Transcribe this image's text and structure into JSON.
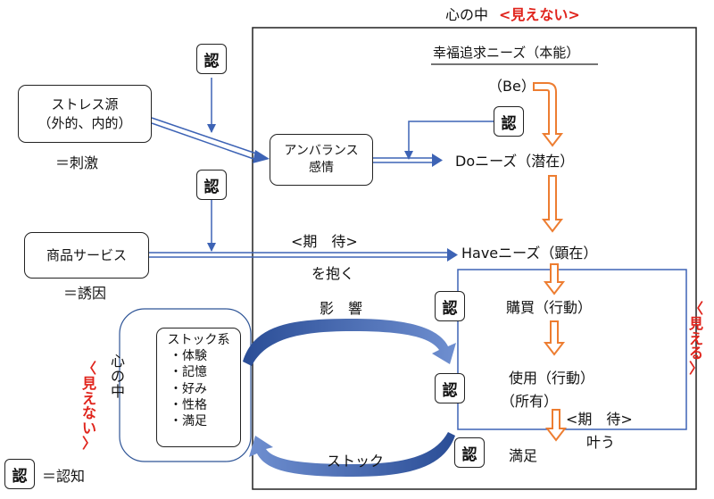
{
  "header": {
    "kokoro_no_naka": "心の中",
    "mienai": "<見えない>"
  },
  "nin_label": "認",
  "legend": {
    "nin": "認",
    "text": "＝認知"
  },
  "stress": {
    "line1": "ストレス源",
    "line2": "（外的、内的）",
    "sub": "＝刺激"
  },
  "product": {
    "label": "商品サービス",
    "sub": "＝誘因"
  },
  "imbalance": {
    "line1": "アンバランス",
    "line2": "感情"
  },
  "needs": {
    "happiness": "幸福追求ニーズ（本能）",
    "be": "（Be）",
    "do": "Doニーズ（潜在）",
    "have": "Haveニーズ（顕在）"
  },
  "expectation": {
    "label": "<期　待>",
    "sub": "を抱く"
  },
  "stages": {
    "purchase": "購買（行動）",
    "use1": "使用（行動）",
    "use2": "（所有）",
    "expectation2": "<期　待>",
    "fulfill": "叶う",
    "satisfaction": "満足"
  },
  "stock": {
    "title": "ストック系",
    "items": [
      "・体験",
      "・記憶",
      "・好み",
      "・性格",
      "・満足"
    ]
  },
  "flows": {
    "influence": "影　響",
    "stock": "ストック"
  },
  "left_side": {
    "top": [
      "心",
      "の",
      "中"
    ],
    "bottom": [
      "〈",
      "見",
      "え",
      "な",
      "い",
      "〉"
    ]
  },
  "right_side": [
    "〈",
    "見",
    "え",
    "る",
    "〉"
  ],
  "colors": {
    "blue": "#3d63b5",
    "orange": "#ed7d31",
    "red": "#e0241c",
    "dark_blue": "#2f5597",
    "frame": "#222222"
  }
}
